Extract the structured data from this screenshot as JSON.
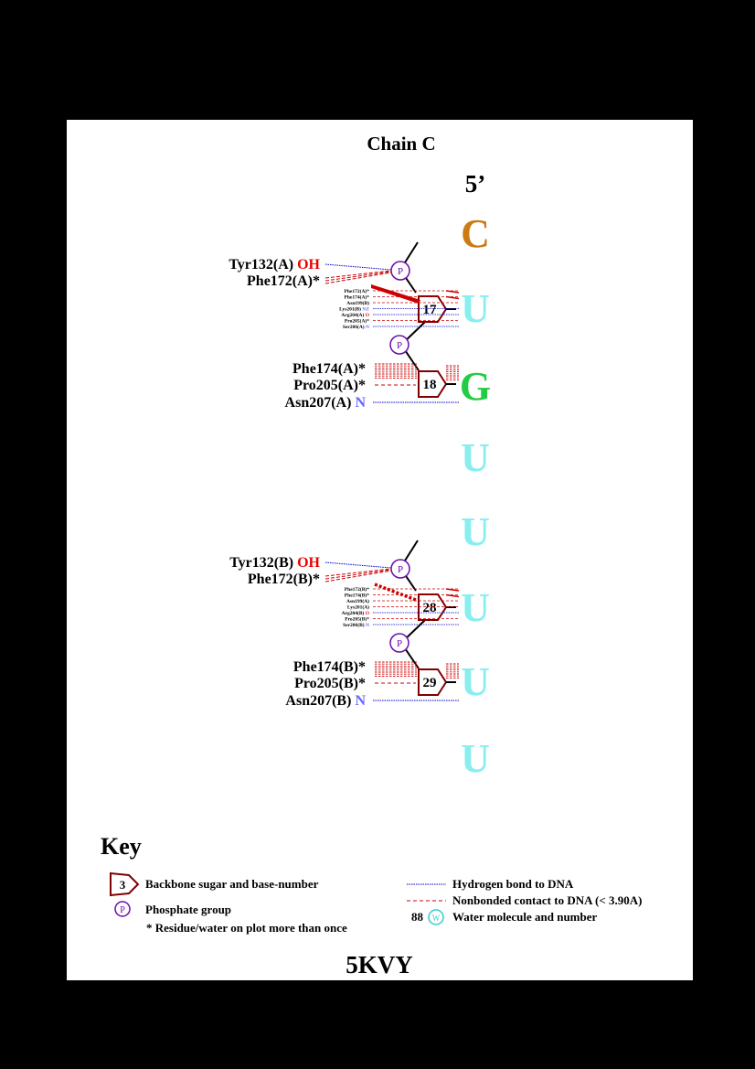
{
  "title": "Chain C",
  "strand_end": "5’",
  "pdb_code": "5KVY",
  "colors": {
    "hbond": "#0000cc",
    "nonbonded": "#cc0000",
    "phosphate": "#6a0dad",
    "sugar": "#800000",
    "base_C": "#cc7a14",
    "base_U": "#88eef0",
    "base_G": "#22cc44",
    "atom_O": "#ee0000",
    "atom_N": "#6666ff",
    "water": "#33cccc"
  },
  "bases": [
    "C",
    "U",
    "G",
    "U",
    "U",
    "U",
    "U",
    "U"
  ],
  "nucleotides": [
    {
      "number": "17",
      "large_labels": [
        {
          "residue": "Tyr132(A)",
          "atom": "OH",
          "atom_type": "O",
          "contact": "hbond"
        },
        {
          "residue": "Phe172(A)*",
          "atom": "",
          "atom_type": "",
          "contact": "nonbonded"
        }
      ],
      "small_labels": [
        {
          "residue": "Phe172(A)*",
          "atom": ""
        },
        {
          "residue": "Phe174(A)*",
          "atom": ""
        },
        {
          "residue": "Asn199(B)",
          "atom": ""
        },
        {
          "residue": "Lys201(B)",
          "atom": "NZ"
        },
        {
          "residue": "Arg204(A)",
          "atom": "O"
        },
        {
          "residue": "Pro205(A)*",
          "atom": ""
        },
        {
          "residue": "Ser206(A)",
          "atom": "N"
        }
      ]
    },
    {
      "number": "18",
      "large_labels": [
        {
          "residue": "Phe174(A)*",
          "atom": "",
          "atom_type": "",
          "contact": "nonbonded"
        },
        {
          "residue": "Pro205(A)*",
          "atom": "",
          "atom_type": "",
          "contact": "nonbonded"
        },
        {
          "residue": "Asn207(A)",
          "atom": "N",
          "atom_type": "N",
          "contact": "hbond"
        }
      ]
    },
    {
      "number": "28",
      "large_labels": [
        {
          "residue": "Tyr132(B)",
          "atom": "OH",
          "atom_type": "O",
          "contact": "hbond"
        },
        {
          "residue": "Phe172(B)*",
          "atom": "",
          "atom_type": "",
          "contact": "nonbonded"
        }
      ],
      "small_labels": [
        {
          "residue": "Phe172(B)*",
          "atom": ""
        },
        {
          "residue": "Phe174(B)*",
          "atom": ""
        },
        {
          "residue": "Asn199(A)",
          "atom": ""
        },
        {
          "residue": "Lys201(A)",
          "atom": ""
        },
        {
          "residue": "Arg204(B)",
          "atom": "O"
        },
        {
          "residue": "Pro205(B)*",
          "atom": ""
        },
        {
          "residue": "Ser206(B)",
          "atom": "N"
        }
      ]
    },
    {
      "number": "29",
      "large_labels": [
        {
          "residue": "Phe174(B)*",
          "atom": "",
          "atom_type": "",
          "contact": "nonbonded"
        },
        {
          "residue": "Pro205(B)*",
          "atom": "",
          "atom_type": "",
          "contact": "nonbonded"
        },
        {
          "residue": "Asn207(B)",
          "atom": "N",
          "atom_type": "N",
          "contact": "hbond"
        }
      ]
    }
  ],
  "phosphate_label": "P",
  "key": {
    "title": "Key",
    "sugar_example": "3",
    "sugar_text": "Backbone sugar and base-number",
    "phosphate_text": "Phosphate group",
    "repeat_text": "* Residue/water on plot more than once",
    "hbond_text": "Hydrogen bond to DNA",
    "nonbonded_text": "Nonbonded contact to DNA (< 3.90A)",
    "water_example": "88",
    "water_symbol": "W",
    "water_text": "Water molecule and number"
  }
}
